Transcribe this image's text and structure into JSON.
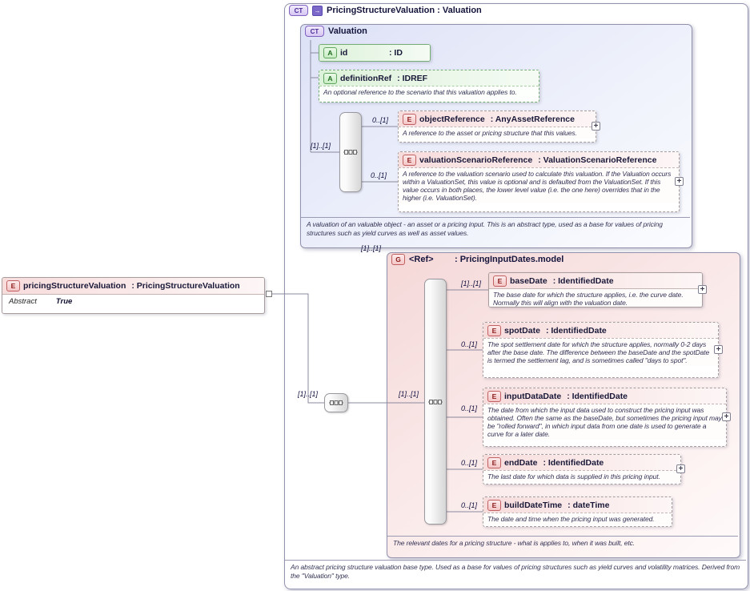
{
  "root_element": {
    "icon_letter": "E",
    "name": "pricingStructureValuation",
    "type": ": PricingStructureValuation",
    "abstract_label": "Abstract",
    "abstract_value": "True"
  },
  "outer_type": {
    "icon_letter": "CT",
    "title": "PricingStructureValuation : Valuation",
    "footer": "An abstract pricing structure valuation base type. Used as a base for values of pricing structures such as yield curves and volatility matrices. Derived from the \"Valuation\" type."
  },
  "base_type": {
    "icon_letter": "CT",
    "title": "Valuation",
    "sequence_occurrence": "[1]..[1]",
    "footer": "A valuation of an valuable object - an asset or a pricing input. This is an abstract type, used as a base for values of pricing structures such as yield curves as well as asset values.",
    "attributes": [
      {
        "icon_letter": "A",
        "name": "id",
        "type": ": ID"
      },
      {
        "icon_letter": "A",
        "name": "definitionRef",
        "type": ": IDREF",
        "annotation": "An optional reference to the scenario that this valuation applies to."
      }
    ],
    "elements": [
      {
        "icon_letter": "E",
        "occurrence": "0..[1]",
        "name": "objectReference",
        "type": ": AnyAssetReference",
        "annotation": "A reference to the asset or pricing structure that this values."
      },
      {
        "icon_letter": "E",
        "occurrence": "0..[1]",
        "name": "valuationScenarioReference",
        "type": ": ValuationScenarioReference",
        "annotation": "A reference to the valuation scenario used to calculate this valuation. If the Valuation occurs within a ValuationSet, this value is optional and is defaulted from the ValuationSet. If this value occurs in both places, the lower level value (i.e. the one here) overrides that in the higher (i.e. ValuationSet)."
      }
    ]
  },
  "extension_sequence": {
    "occurrence": "[1]..[1]",
    "group_occurrence": "[1]..[1]"
  },
  "dates_group": {
    "icon_letter": "G",
    "occurrence": "[1]..[1]",
    "name": "<Ref>",
    "type": ": PricingInputDates.model",
    "footer": "The relevant dates for a pricing structure - what is applies to, when it was built, etc.",
    "elements": [
      {
        "icon_letter": "E",
        "occurrence": "[1]..[1]",
        "name": "baseDate",
        "type": ": IdentifiedDate",
        "annotation": "The base date for which the structure applies, i.e. the curve date. Normally this will align with the valuation date."
      },
      {
        "icon_letter": "E",
        "occurrence": "0..[1]",
        "name": "spotDate",
        "type": ": IdentifiedDate",
        "annotation": "The spot settlement date for which the structure applies, normally 0-2 days after the base date. The difference between the baseDate and the spotDate is termed the settlement lag, and is sometimes called \"days to spot\"."
      },
      {
        "icon_letter": "E",
        "occurrence": "0..[1]",
        "name": "inputDataDate",
        "type": ": IdentifiedDate",
        "annotation": "The date from which the input data used to construct the pricing input was obtained. Often the same as the baseDate, but sometimes the pricing input may be \"rolled forward\", in which input data from one date is used to generate a curve for a later date."
      },
      {
        "icon_letter": "E",
        "occurrence": "0..[1]",
        "name": "endDate",
        "type": ": IdentifiedDate",
        "annotation": "The last date for which data is supplied in this pricing input."
      },
      {
        "icon_letter": "E",
        "occurrence": "0..[1]",
        "name": "buildDateTime",
        "type": ": dateTime",
        "annotation": "The date and time when the pricing input was generated."
      }
    ]
  },
  "symbols": {
    "expand": "+",
    "derived_arrow": "→"
  },
  "colors": {
    "complex_type_fill": "#e4e4f7",
    "group_fill": "#f5d8d8",
    "element_header": "#f7dcdc",
    "attribute_header": "#ddf2da",
    "annotation_text": "#333355"
  }
}
